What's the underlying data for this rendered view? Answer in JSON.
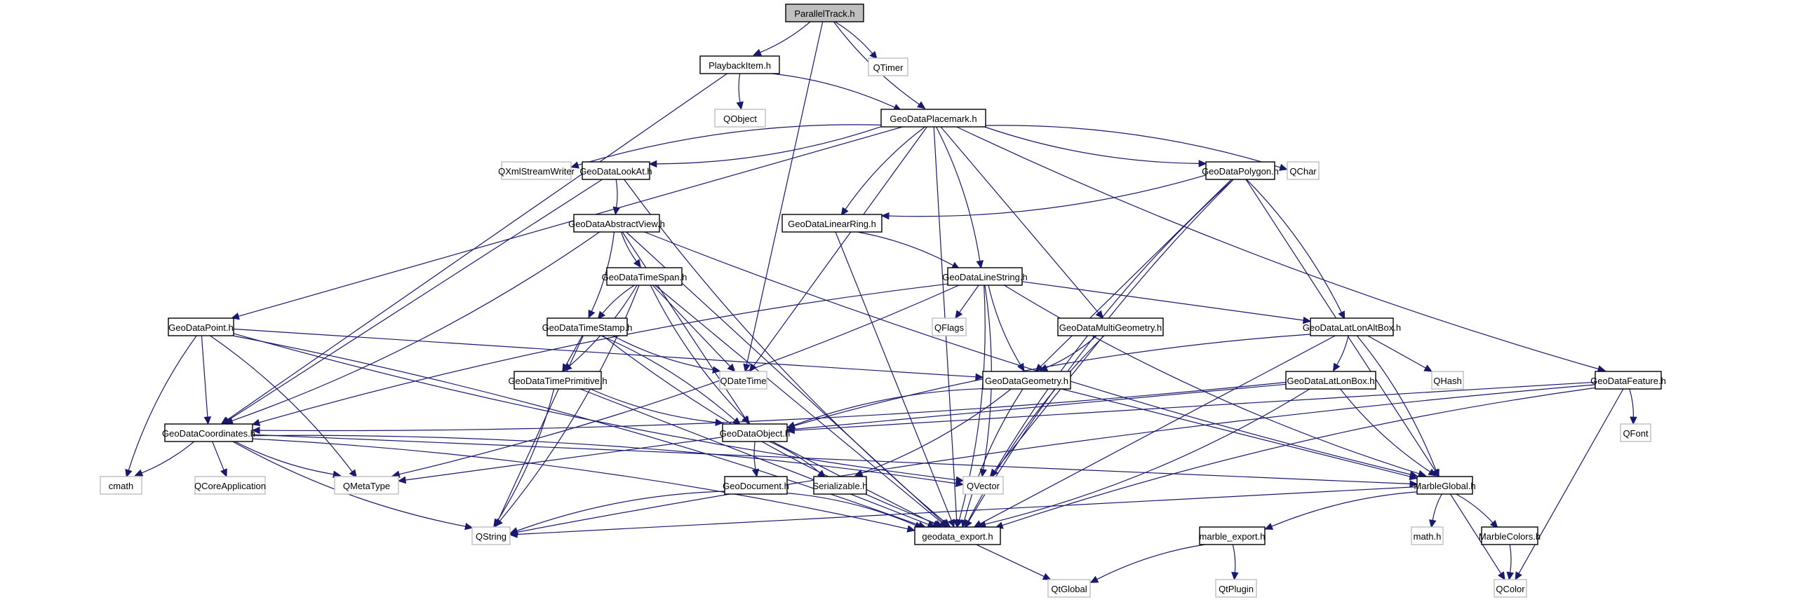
{
  "diagram": {
    "title": "ParallelTrack.h include dependency graph",
    "colors": {
      "edge": "#191970",
      "root_fill": "#bfbfbf",
      "local_border": "#000000",
      "external_border": "#bfbfbf"
    },
    "nodes": [
      {
        "id": "ParallelTrack",
        "label": "ParallelTrack.h",
        "kind": "root"
      },
      {
        "id": "PlaybackItem",
        "label": "PlaybackItem.h",
        "kind": "local"
      },
      {
        "id": "QTimer",
        "label": "QTimer",
        "kind": "external"
      },
      {
        "id": "QObject",
        "label": "QObject",
        "kind": "external"
      },
      {
        "id": "GeoDataPlacemark",
        "label": "GeoDataPlacemark.h",
        "kind": "local"
      },
      {
        "id": "QXmlStreamWriter",
        "label": "QXmlStreamWriter",
        "kind": "external"
      },
      {
        "id": "GeoDataLookAt",
        "label": "GeoDataLookAt.h",
        "kind": "local"
      },
      {
        "id": "GeoDataPolygon",
        "label": "GeoDataPolygon.h",
        "kind": "local"
      },
      {
        "id": "QChar",
        "label": "QChar",
        "kind": "external"
      },
      {
        "id": "GeoDataAbstractView",
        "label": "GeoDataAbstractView.h",
        "kind": "local"
      },
      {
        "id": "GeoDataLinearRing",
        "label": "GeoDataLinearRing.h",
        "kind": "local"
      },
      {
        "id": "GeoDataTimeSpan",
        "label": "GeoDataTimeSpan.h",
        "kind": "local"
      },
      {
        "id": "GeoDataLineString",
        "label": "GeoDataLineString.h",
        "kind": "local"
      },
      {
        "id": "GeoDataPoint",
        "label": "GeoDataPoint.h",
        "kind": "local"
      },
      {
        "id": "GeoDataTimeStamp",
        "label": "GeoDataTimeStamp.h",
        "kind": "local"
      },
      {
        "id": "QFlags",
        "label": "QFlags",
        "kind": "external"
      },
      {
        "id": "GeoDataMultiGeometry",
        "label": "GeoDataMultiGeometry.h",
        "kind": "local"
      },
      {
        "id": "GeoDataLatLonAltBox",
        "label": "GeoDataLatLonAltBox.h",
        "kind": "local"
      },
      {
        "id": "GeoDataTimePrimitive",
        "label": "GeoDataTimePrimitive.h",
        "kind": "local"
      },
      {
        "id": "QDateTime",
        "label": "QDateTime",
        "kind": "external"
      },
      {
        "id": "GeoDataGeometry",
        "label": "GeoDataGeometry.h",
        "kind": "local"
      },
      {
        "id": "QHash",
        "label": "QHash",
        "kind": "external"
      },
      {
        "id": "GeoDataLatLonBox",
        "label": "GeoDataLatLonBox.h",
        "kind": "local"
      },
      {
        "id": "GeoDataFeature",
        "label": "GeoDataFeature.h",
        "kind": "local"
      },
      {
        "id": "GeoDataCoordinates",
        "label": "GeoDataCoordinates.h",
        "kind": "local"
      },
      {
        "id": "GeoDataObject",
        "label": "GeoDataObject.h",
        "kind": "local"
      },
      {
        "id": "QFont",
        "label": "QFont",
        "kind": "external"
      },
      {
        "id": "cmath",
        "label": "cmath",
        "kind": "external"
      },
      {
        "id": "QCoreApplication",
        "label": "QCoreApplication",
        "kind": "external"
      },
      {
        "id": "QMetaType",
        "label": "QMetaType",
        "kind": "external"
      },
      {
        "id": "GeoDocument",
        "label": "GeoDocument.h",
        "kind": "local"
      },
      {
        "id": "Serializable",
        "label": "Serializable.h",
        "kind": "local"
      },
      {
        "id": "QVector",
        "label": "QVector",
        "kind": "external"
      },
      {
        "id": "MarbleGlobal",
        "label": "MarbleGlobal.h",
        "kind": "local"
      },
      {
        "id": "QString",
        "label": "QString",
        "kind": "external"
      },
      {
        "id": "geodata_export",
        "label": "geodata_export.h",
        "kind": "local"
      },
      {
        "id": "marble_export",
        "label": "marble_export.h",
        "kind": "local"
      },
      {
        "id": "math_h",
        "label": "math.h",
        "kind": "external"
      },
      {
        "id": "MarbleColors",
        "label": "MarbleColors.h",
        "kind": "local"
      },
      {
        "id": "QtGlobal",
        "label": "QtGlobal",
        "kind": "external"
      },
      {
        "id": "QtPlugin",
        "label": "QtPlugin",
        "kind": "external"
      },
      {
        "id": "QColor",
        "label": "QColor",
        "kind": "external"
      }
    ],
    "edges": [
      [
        "ParallelTrack",
        "PlaybackItem"
      ],
      [
        "ParallelTrack",
        "QDateTime"
      ],
      [
        "ParallelTrack",
        "GeoDataPlacemark"
      ],
      [
        "ParallelTrack",
        "QTimer"
      ],
      [
        "PlaybackItem",
        "GeoDataCoordinates"
      ],
      [
        "PlaybackItem",
        "QObject"
      ],
      [
        "PlaybackItem",
        "GeoDataPlacemark"
      ],
      [
        "GeoDataPlacemark",
        "GeoDataPoint"
      ],
      [
        "GeoDataPlacemark",
        "QXmlStreamWriter"
      ],
      [
        "GeoDataPlacemark",
        "GeoDataLookAt"
      ],
      [
        "GeoDataPlacemark",
        "QDateTime"
      ],
      [
        "GeoDataPlacemark",
        "GeoDataLinearRing"
      ],
      [
        "GeoDataPlacemark",
        "GeoDataLineString"
      ],
      [
        "GeoDataPlacemark",
        "GeoDataMultiGeometry"
      ],
      [
        "GeoDataPlacemark",
        "GeoDataPolygon"
      ],
      [
        "GeoDataPlacemark",
        "QChar"
      ],
      [
        "GeoDataPlacemark",
        "geodata_export"
      ],
      [
        "GeoDataPlacemark",
        "GeoDataFeature"
      ],
      [
        "GeoDataLookAt",
        "GeoDataAbstractView"
      ],
      [
        "GeoDataLookAt",
        "GeoDataCoordinates"
      ],
      [
        "GeoDataLookAt",
        "geodata_export"
      ],
      [
        "GeoDataAbstractView",
        "GeoDataCoordinates"
      ],
      [
        "GeoDataAbstractView",
        "geodata_export"
      ],
      [
        "GeoDataAbstractView",
        "GeoDataTimeSpan"
      ],
      [
        "GeoDataAbstractView",
        "GeoDataTimeStamp"
      ],
      [
        "GeoDataAbstractView",
        "GeoDataObject"
      ],
      [
        "GeoDataAbstractView",
        "MarbleGlobal"
      ],
      [
        "GeoDataPolygon",
        "GeoDataLinearRing"
      ],
      [
        "GeoDataPolygon",
        "GeoDataGeometry"
      ],
      [
        "GeoDataPolygon",
        "QVector"
      ],
      [
        "GeoDataPolygon",
        "GeoDataLatLonAltBox"
      ],
      [
        "GeoDataPolygon",
        "MarbleGlobal"
      ],
      [
        "GeoDataPolygon",
        "geodata_export"
      ],
      [
        "GeoDataLinearRing",
        "GeoDataLineString"
      ],
      [
        "GeoDataLinearRing",
        "geodata_export"
      ],
      [
        "GeoDataTimeSpan",
        "GeoDataTimeStamp"
      ],
      [
        "GeoDataTimeSpan",
        "GeoDataTimePrimitive"
      ],
      [
        "GeoDataTimeSpan",
        "QDateTime"
      ],
      [
        "GeoDataTimeSpan",
        "GeoDataObject"
      ],
      [
        "GeoDataTimeSpan",
        "QString"
      ],
      [
        "GeoDataTimeSpan",
        "geodata_export"
      ],
      [
        "GeoDataLineString",
        "GeoDataCoordinates"
      ],
      [
        "GeoDataLineString",
        "QMetaType"
      ],
      [
        "GeoDataLineString",
        "QFlags"
      ],
      [
        "GeoDataLineString",
        "GeoDataGeometry"
      ],
      [
        "GeoDataLineString",
        "QVector"
      ],
      [
        "GeoDataLineString",
        "GeoDataLatLonAltBox"
      ],
      [
        "GeoDataLineString",
        "MarbleGlobal"
      ],
      [
        "GeoDataLineString",
        "geodata_export"
      ],
      [
        "GeoDataPoint",
        "GeoDataCoordinates"
      ],
      [
        "GeoDataPoint",
        "cmath"
      ],
      [
        "GeoDataPoint",
        "QMetaType"
      ],
      [
        "GeoDataPoint",
        "GeoDataGeometry"
      ],
      [
        "GeoDataPoint",
        "QVector"
      ],
      [
        "GeoDataPoint",
        "geodata_export"
      ],
      [
        "GeoDataTimeStamp",
        "GeoDataTimePrimitive"
      ],
      [
        "GeoDataTimeStamp",
        "QDateTime"
      ],
      [
        "GeoDataTimeStamp",
        "GeoDataObject"
      ],
      [
        "GeoDataTimeStamp",
        "QString"
      ],
      [
        "GeoDataTimeStamp",
        "geodata_export"
      ],
      [
        "GeoDataMultiGeometry",
        "GeoDataGeometry"
      ],
      [
        "GeoDataMultiGeometry",
        "QVector"
      ],
      [
        "GeoDataMultiGeometry",
        "geodata_export"
      ],
      [
        "GeoDataLatLonAltBox",
        "GeoDataLatLonBox"
      ],
      [
        "GeoDataLatLonAltBox",
        "QHash"
      ],
      [
        "GeoDataLatLonAltBox",
        "GeoDataObject"
      ],
      [
        "GeoDataLatLonAltBox",
        "MarbleGlobal"
      ],
      [
        "GeoDataLatLonAltBox",
        "geodata_export"
      ],
      [
        "GeoDataTimePrimitive",
        "GeoDataObject"
      ],
      [
        "GeoDataTimePrimitive",
        "QString"
      ],
      [
        "GeoDataTimePrimitive",
        "geodata_export"
      ],
      [
        "GeoDataGeometry",
        "GeoDataObject"
      ],
      [
        "GeoDataGeometry",
        "Serializable"
      ],
      [
        "GeoDataGeometry",
        "MarbleGlobal"
      ],
      [
        "GeoDataGeometry",
        "geodata_export"
      ],
      [
        "GeoDataLatLonBox",
        "GeoDataCoordinates"
      ],
      [
        "GeoDataLatLonBox",
        "GeoDataObject"
      ],
      [
        "GeoDataLatLonBox",
        "MarbleGlobal"
      ],
      [
        "GeoDataLatLonBox",
        "geodata_export"
      ],
      [
        "GeoDataFeature",
        "GeoDataObject"
      ],
      [
        "GeoDataFeature",
        "QString"
      ],
      [
        "GeoDataFeature",
        "QFont"
      ],
      [
        "GeoDataFeature",
        "QColor"
      ],
      [
        "GeoDataFeature",
        "geodata_export"
      ],
      [
        "GeoDataCoordinates",
        "cmath"
      ],
      [
        "GeoDataCoordinates",
        "QCoreApplication"
      ],
      [
        "GeoDataCoordinates",
        "QMetaType"
      ],
      [
        "GeoDataCoordinates",
        "QVector"
      ],
      [
        "GeoDataCoordinates",
        "MarbleGlobal"
      ],
      [
        "GeoDataCoordinates",
        "QString"
      ],
      [
        "GeoDataCoordinates",
        "geodata_export"
      ],
      [
        "GeoDataObject",
        "QMetaType"
      ],
      [
        "GeoDataObject",
        "GeoDocument"
      ],
      [
        "GeoDataObject",
        "Serializable"
      ],
      [
        "GeoDataObject",
        "geodata_export"
      ],
      [
        "GeoDocument",
        "QString"
      ],
      [
        "GeoDocument",
        "geodata_export"
      ],
      [
        "MarbleGlobal",
        "QString"
      ],
      [
        "MarbleGlobal",
        "math_h"
      ],
      [
        "MarbleGlobal",
        "MarbleColors"
      ],
      [
        "MarbleGlobal",
        "QColor"
      ],
      [
        "MarbleGlobal",
        "marble_export"
      ],
      [
        "MarbleColors",
        "QColor"
      ],
      [
        "geodata_export",
        "QtGlobal"
      ],
      [
        "marble_export",
        "QtGlobal"
      ],
      [
        "marble_export",
        "QtPlugin"
      ]
    ]
  }
}
